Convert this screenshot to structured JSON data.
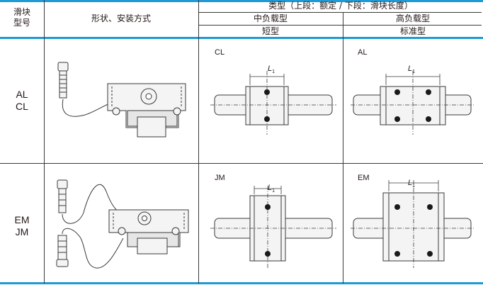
{
  "header": {
    "slider_model": [
      "滑块",
      "型号"
    ],
    "shape_install": "形状、安装方式",
    "type_title": "类型（上段：额定 / 下段：滑块长度）",
    "medium_load": "中负载型",
    "high_load": "高负载型",
    "short": "短型",
    "standard": "标准型"
  },
  "rows": [
    {
      "models": [
        "AL",
        "CL"
      ],
      "left_diagram": {
        "label": "CL",
        "dim": "L",
        "sub": "1"
      },
      "right_diagram": {
        "label": "AL",
        "dim": "L",
        "sub": "1"
      }
    },
    {
      "models": [
        "EM",
        "JM"
      ],
      "left_diagram": {
        "label": "JM",
        "dim": "L",
        "sub": "1"
      },
      "right_diagram": {
        "label": "EM",
        "dim": "L",
        "sub": "1"
      }
    }
  ],
  "colors": {
    "accent": "#1e9ad6",
    "line": "#3a3a3a",
    "body_fill": "#f4f4f4",
    "bolt": "#1a1a1a"
  }
}
